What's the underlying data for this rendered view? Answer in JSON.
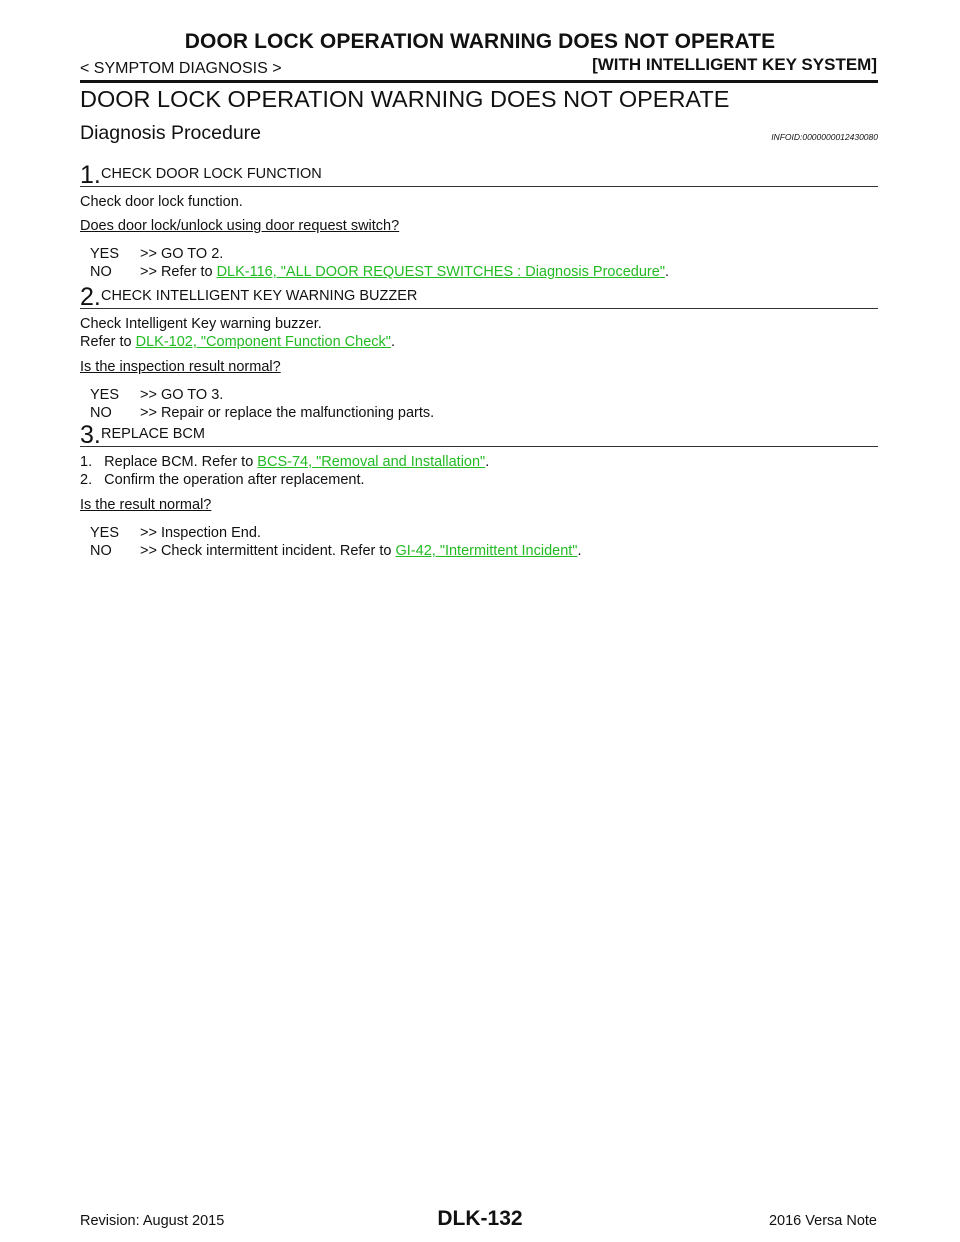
{
  "header": {
    "title": "DOOR LOCK OPERATION WARNING DOES NOT OPERATE",
    "section": "< SYMPTOM DIAGNOSIS >",
    "system": "[WITH INTELLIGENT KEY SYSTEM]"
  },
  "section_title": "DOOR LOCK OPERATION WARNING DOES NOT OPERATE",
  "subsection": {
    "title": "Diagnosis Procedure",
    "info_id": "INFOID:0000000012430080"
  },
  "steps": [
    {
      "number": "1.",
      "label": "CHECK DOOR LOCK FUNCTION",
      "body": "Check door lock function.",
      "question": "Does door lock/unlock using door request switch?",
      "yes_key": "YES",
      "yes_text": ">> GO TO 2.",
      "no_key": "NO",
      "no_prefix": ">> Refer to ",
      "no_link": "DLK-116, \"ALL DOOR REQUEST SWITCHES : Diagnosis Procedure\"",
      "no_suffix": "."
    },
    {
      "number": "2.",
      "label": "CHECK INTELLIGENT KEY WARNING BUZZER",
      "body_line1": "Check Intelligent Key warning buzzer.",
      "body_line2_prefix": "Refer to ",
      "body_line2_link": "DLK-102, \"Component Function Check\"",
      "body_line2_suffix": ".",
      "question": "Is the inspection result normal?",
      "yes_key": "YES",
      "yes_text": ">> GO TO 3.",
      "no_key": "NO",
      "no_text": ">> Repair or replace the malfunctioning parts."
    },
    {
      "number": "3.",
      "label": "REPLACE BCM",
      "item1_prefix": "1.   Replace BCM. Refer to ",
      "item1_link": "BCS-74, \"Removal and Installation\"",
      "item1_suffix": ".",
      "item2": "2.   Confirm the operation after replacement.",
      "question": "Is the result normal?",
      "yes_key": "YES",
      "yes_text": ">> Inspection End.",
      "no_key": "NO",
      "no_prefix": ">> Check intermittent incident. Refer to ",
      "no_link": "GI-42, \"Intermittent Incident\"",
      "no_suffix": "."
    }
  ],
  "footer": {
    "revision": "Revision: August 2015",
    "page": "DLK-132",
    "model": "2016 Versa Note"
  }
}
